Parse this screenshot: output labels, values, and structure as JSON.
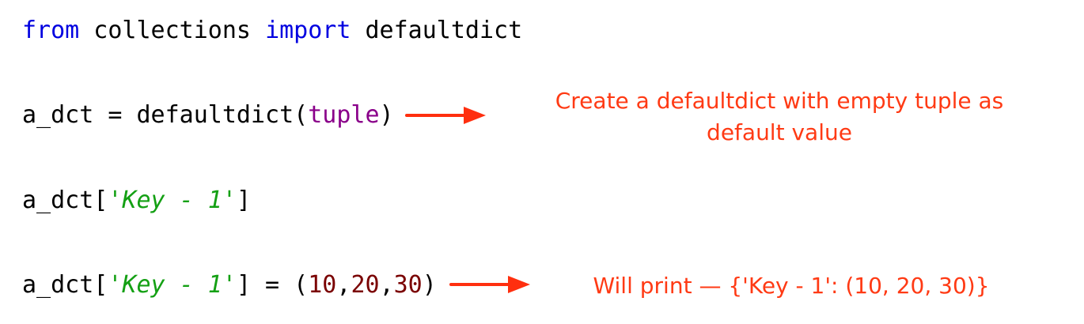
{
  "code": {
    "line1": {
      "kw_from": "from",
      "module": " collections ",
      "kw_import": "import",
      "name": " defaultdict"
    },
    "line2": {
      "prefix": "a_dct = defaultdict(",
      "builtin": "tuple",
      "suffix": ")"
    },
    "line3": {
      "prefix": "a_dct[",
      "string": "'Key - 1'",
      "suffix": "]"
    },
    "line4": {
      "prefix": "a_dct[",
      "string": "'Key - 1'",
      "middle": "] = (",
      "n1": "10",
      "c1": ",",
      "n2": "20",
      "c2": ",",
      "n3": "30",
      "suffix": ")"
    }
  },
  "annotations": {
    "create_note_line1": "Create a defaultdict with empty tuple as",
    "create_note_line2": "default value",
    "print_note": "Will print — {'Key - 1': (10, 20, 30)}"
  },
  "colors": {
    "keyword": "#0000e0",
    "builtin": "#8a008a",
    "string": "#14a014",
    "number": "#7a0000",
    "annotation": "#ff3a14",
    "arrow": "#ff2f0f"
  },
  "icons": [
    "right-arrow-icon",
    "right-arrow-icon"
  ]
}
